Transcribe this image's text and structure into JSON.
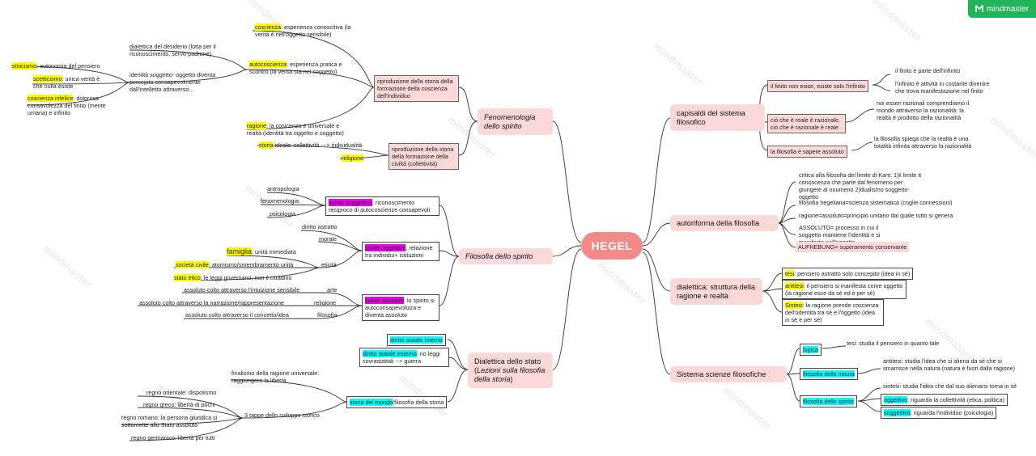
{
  "badge": "mindmaster",
  "watermark": "mindmaster",
  "center": "HEGEL",
  "left": {
    "fenomenologia": {
      "title": "Fenomenologia dello spirito",
      "sub1": "riproduzione della storia della formazione della coscienza dell'individuo",
      "sub2": "riproduzione della storia della formazione della civiltà (collettività)",
      "coscienza_k": "coscienza",
      "coscienza_t": ": esperienza conoscitiva (la verità è nell'oggetto sensibile)",
      "autocoscienza_k": "autocoscienza",
      "autocoscienza_t": ": esperienza pratica e scontro (la verità sta nel soggetto)",
      "dialettica": "dialettica del desiderio (lotta per il riconoscimento, servo-padrone)",
      "identita": "identità soggetto- oggetto diventa percepita consapevolmente dall'intelletto attraverso...",
      "stoicismo_k": "stoicismo",
      "stoicismo_t": ": autonomia del pensiero",
      "scetticismo_k": "scetticismo",
      "scetticismo_t": ": unica verità è che nulla esiste",
      "infelice_k": "coscienza infelice",
      "infelice_t": ": dolorosa consavolezza del finito (mente umana) e infinito",
      "ragione_k": "ragione",
      "ragione_t": ": la cosicenza è universale e realtà (identità tra oggetto e soggetto)",
      "storia_k": "storia",
      "storia_t": " ideale: collettività ---> individualità",
      "religione": "religione"
    },
    "filosofia": {
      "title": "Filosofia dello spirito",
      "soggettivo_k": "spirito soggettivo",
      "soggettivo_t": ": riconoscimento reciproco di autocoscienze consapevoli",
      "antropologia": "antropologia",
      "fenomenologia": "fenomenologia",
      "psicologia": "psicologia",
      "oggettivo_k": "spirito oggettivo",
      "oggettivo_t": ": relazione tra individui+ istituzioni",
      "diritto": "diritto astratto",
      "morale": "morale",
      "eticita": "eticità",
      "famiglia_k": "famiglia",
      "famiglia_t": ": unità immediata",
      "societa_k": "società civile",
      "societa_t": ": atomismo/smembramento unità",
      "stato_k": "stato etico",
      "stato_t": ": le leggi governano, non il cittadino",
      "assoluto_k": "spirito assoluto",
      "assoluto_t": ": lo spirito si autoconsapevolizza e diventa assoluto",
      "arte": "arte",
      "arte_t": "assoluto colto attraverso l'intuizione sensibile",
      "religione": "religione",
      "religione_t": "assoluto colto attraverso la narrazione/rappresentazione",
      "filosofia": "filosofia",
      "filosofia_t": "assoluto colto attraverso il concetto/idea"
    },
    "stato": {
      "title_a": "Dialettica dello stato (",
      "title_b": "Lezioni sulla filosofia della storia",
      "title_c": ")",
      "interno": "diritto statale interno",
      "esterno_k": "diritto statale esterno",
      "esterno_t": ": no leggi sovrastattali --> guerra",
      "storia_k": "storia del mondo",
      "storia_t": "/filosofia della storia",
      "finalismo": "finalismo della ragione universale: raggiungere la libertà",
      "tappe": "3 tappe dello sviluppo storico",
      "orientale": "regno orientale: dispotismo",
      "greco": "regno greco: libertà di pochi",
      "romano": "regno romano: la persona giuridica si sottomette allo Stato assoluto",
      "germanico": "regno germanico: libertà per tutti"
    }
  },
  "right": {
    "capisaldi": {
      "title": "capisaldi del sistema filosofico",
      "finito": "il finito non esise, esiste solo l'infinito",
      "finito_a": "il finito è parte dell'infinito",
      "finito_b": "l'infinito è attività in costante divenire che trova manifestazione nel finito",
      "reale": "ciò che è reale è razionale, ciò che è razionale è reale",
      "reale_a": "noi esseri razionali comprendiamo il mondo attraverso la razionalità: la realtà è prodotto della razionalità",
      "sapere": "la filosofia è sapere assoluto",
      "sapere_a": "la filosofia spiega che la realtà è una totalità infinita attraverso la razionalità"
    },
    "autoriforma": {
      "title": "autoriforma della filosofia",
      "critica": "critica alla filosofia del limite di Kant: 1)il limite è conoscenza che parte dal fenomeno per giungere al noumeno 2)dualismo soggetto-oggetto",
      "hegeliana": "filosofia hegeliana=scienza sistematica (coglie connessioni)",
      "ragione": "ragione=assoluto=principio unitario dal quale tutto si genera",
      "assoluto": "ASSOLUTO= processo in cui il soggetto mantiene l'identità e si manifesta nell'oggetto",
      "aufhebung": "AUFHEBUNG= superamento conservante"
    },
    "dialettica": {
      "title": "dialettica: struttura della ragione e realtà",
      "tesi_k": "tesi",
      "tesi_t": ": pensiero astratto solo concepito (idea in sè)",
      "antitesi_k": "antitesi",
      "antitesi_t": ": il pensiero si manifesta come oggetto (la ragione esce da sè ed è per sè)",
      "sintesi_k": "Sintesi",
      "sintesi_t": ": la ragione prende coscienza dell'odentità tra sè e l'oggetto (idea in sè e per sè)"
    },
    "sistema": {
      "title": "Sistema scienze filosofiche",
      "logica": "logica",
      "logica_t": "tesi: studia il pensiero in quanto tale",
      "natura": "filosofia della natura",
      "natura_t": "antitesi: studia l'idea che si aliena da sè che si smarrisce nella natura (natura è fuori dalla ragione)",
      "spirito": "filosofia dello spirito",
      "spirito_t": "sintesi: studia l'idea che dal suo alienarsi torna in sè",
      "oggettivo_k": "oggettivo",
      "oggettivo_t": ": riguarda la collettività (etica, politica)",
      "soggettivo_k": "soggettivo",
      "soggettivo_t": ": riguarda l'individuo (psicologia)"
    }
  }
}
